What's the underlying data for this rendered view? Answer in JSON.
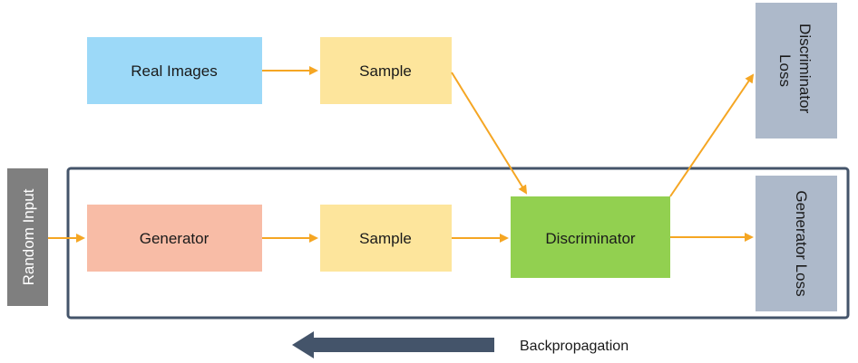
{
  "diagram": {
    "nodes": {
      "real_images": {
        "label": "Real Images",
        "color": "#9cd9f8"
      },
      "sample_top": {
        "label": "Sample",
        "color": "#fde59c"
      },
      "random_input": {
        "label": "Random Input",
        "color": "#7f7f7f"
      },
      "generator": {
        "label": "Generator",
        "color": "#f8bca6"
      },
      "sample_bottom": {
        "label": "Sample",
        "color": "#fde59c"
      },
      "discriminator": {
        "label": "Discriminator",
        "color": "#92d050"
      },
      "discriminator_loss": {
        "label": "Discriminator Loss",
        "color": "#adb9ca"
      },
      "generator_loss": {
        "label": "Generator Loss",
        "color": "#adb9ca"
      }
    },
    "backprop_label": "Backpropagation",
    "colors": {
      "arrow": "#f5a623",
      "frame": "#44546a",
      "backprop_arrow": "#44546a"
    }
  }
}
